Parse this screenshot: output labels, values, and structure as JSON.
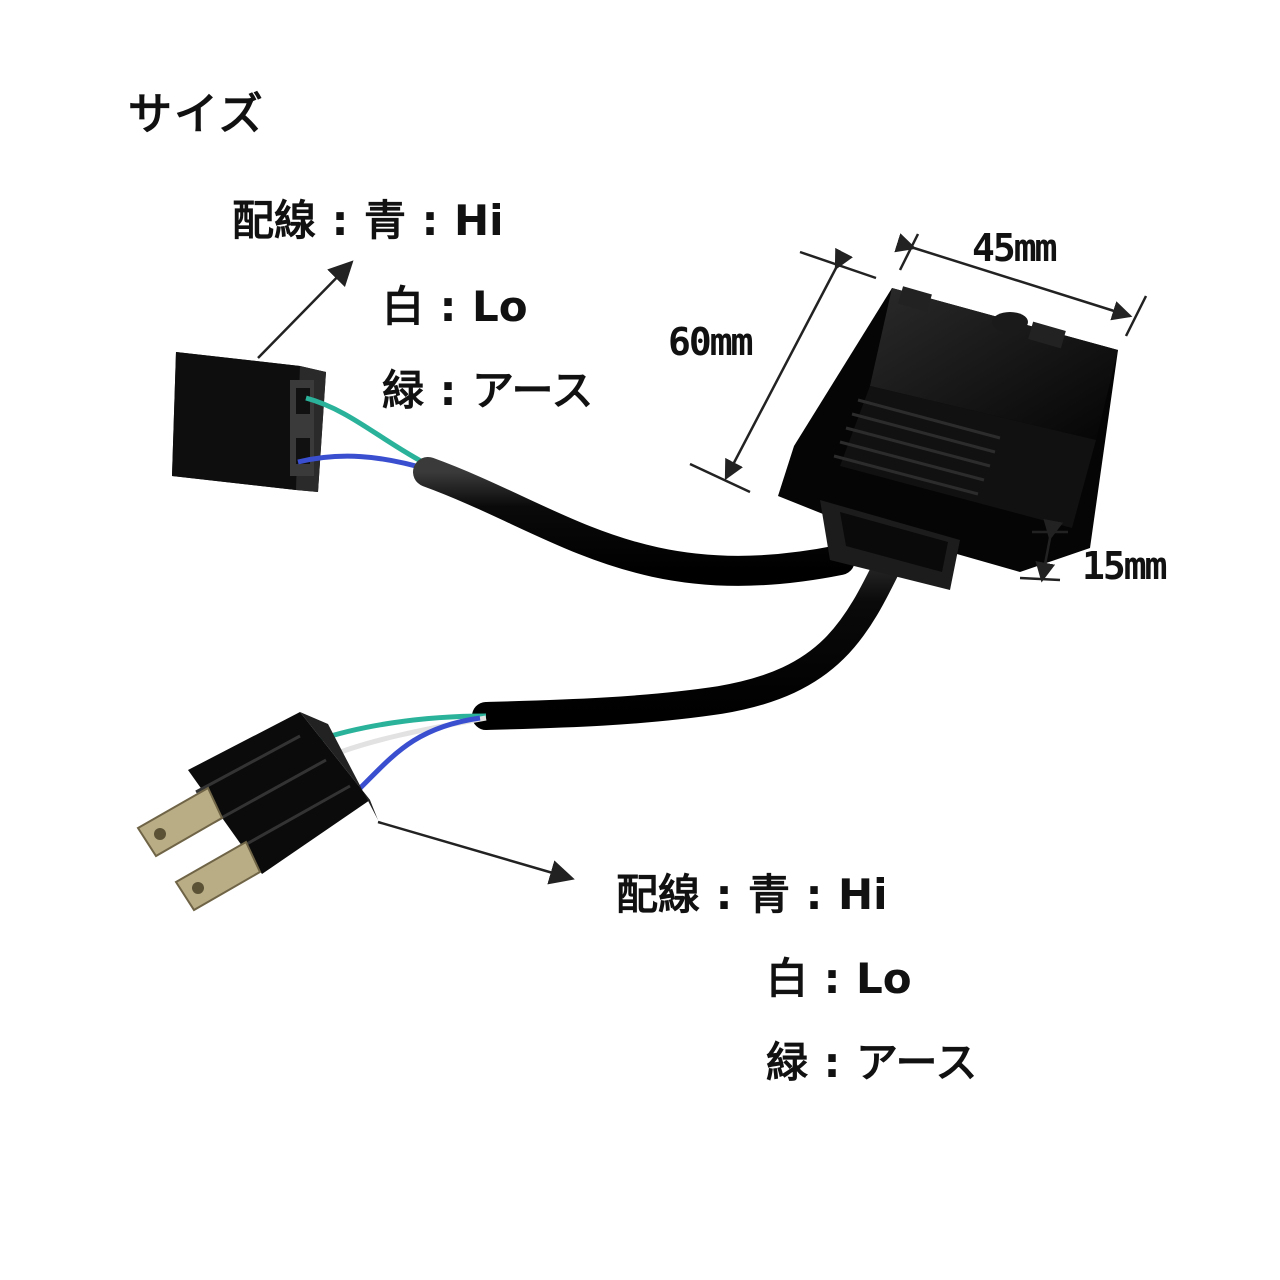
{
  "title": "サイズ",
  "wiring_top": {
    "heading": "配線",
    "separator": ":",
    "rows": [
      {
        "color": "青",
        "value": "Hi"
      },
      {
        "color": "白",
        "value": "Lo"
      },
      {
        "color": "緑",
        "value": "アース"
      }
    ]
  },
  "wiring_bottom": {
    "heading": "配線",
    "separator": ":",
    "rows": [
      {
        "color": "青",
        "value": "Hi"
      },
      {
        "color": "白",
        "value": "Lo"
      },
      {
        "color": "緑",
        "value": "アース"
      }
    ]
  },
  "dimensions": {
    "width": "45mm",
    "length": "60mm",
    "height": "15mm"
  },
  "colors": {
    "wire_blue": "#3a4fd0",
    "wire_green": "#2ab39a",
    "wire_white": "#e8e8e8",
    "cable_black": "#0c0c0c",
    "terminal_metal": "#b9ad86"
  }
}
